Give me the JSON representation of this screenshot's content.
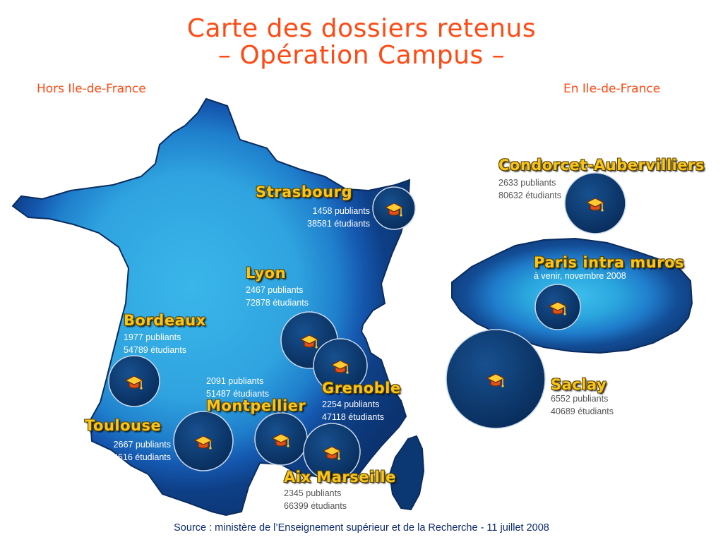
{
  "title": {
    "line1": "Carte des dossiers retenus",
    "line2": "– Opération Campus –"
  },
  "regions": {
    "hors_idf": "Hors Ile-de-France",
    "en_idf": "En Ile-de-France"
  },
  "colors": {
    "title": "#ff4a14",
    "city_label": "#f7c51b",
    "map_dark": "#0b3f7a",
    "map_light": "#39b4e8",
    "circle": "#0a3a72"
  },
  "sites": {
    "strasbourg": {
      "name": "Strasbourg",
      "publiants": "1458 publiants",
      "etudiants": "38581 étudiants"
    },
    "lyon": {
      "name": "Lyon",
      "publiants": "2467 publiants",
      "etudiants": "72878 étudiants"
    },
    "bordeaux": {
      "name": "Bordeaux",
      "publiants": "1977 publiants",
      "etudiants": "54789 étudiants"
    },
    "montpellier": {
      "name": "Montpellier",
      "publiants": "2091 publiants",
      "etudiants": "51487 étudiants"
    },
    "grenoble": {
      "name": "Grenoble",
      "publiants": "2254 publiants",
      "etudiants": "47118 étudiants"
    },
    "toulouse": {
      "name": "Toulouse",
      "publiants": "2667 publiants",
      "etudiants": "74616 étudiants"
    },
    "aix_marseille": {
      "name": "Aix Marseille",
      "publiants": "2345 publiants",
      "etudiants": "66399 étudiants"
    },
    "condorcet": {
      "name": "Condorcet-Aubervilliers",
      "publiants": "2633 publiants",
      "etudiants": "80632 étudiants"
    },
    "paris": {
      "name": "Paris intra muros",
      "note": "à venir, novembre 2008"
    },
    "saclay": {
      "name": "Saclay",
      "publiants": "6552 publiants",
      "etudiants": "40689 étudiants"
    }
  },
  "source": "Source : ministère de l’Enseignement supérieur et de la Recherche - 11 juillet 2008"
}
